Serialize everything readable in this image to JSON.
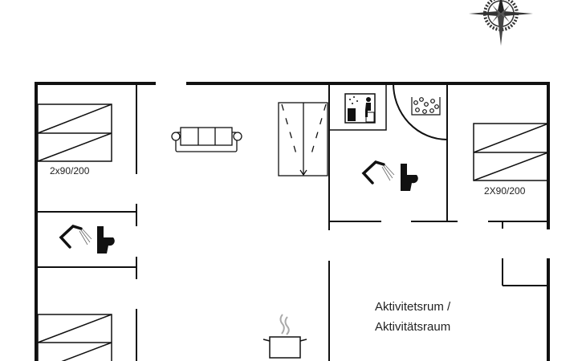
{
  "floor_plan": {
    "rooms": {
      "bedroom_left_top": {
        "bed_label": "2x90/200"
      },
      "bedroom_right": {
        "bed_label": "2X90/200"
      },
      "activity_room": {
        "label_line1": "Aktivitetsrum /",
        "label_line2": "Aktivitätsraum"
      }
    },
    "icons": [
      "compass-rose",
      "sofa",
      "wardrobe",
      "sauna",
      "jacuzzi",
      "shower",
      "toilet",
      "cooking-pot",
      "bed"
    ]
  }
}
